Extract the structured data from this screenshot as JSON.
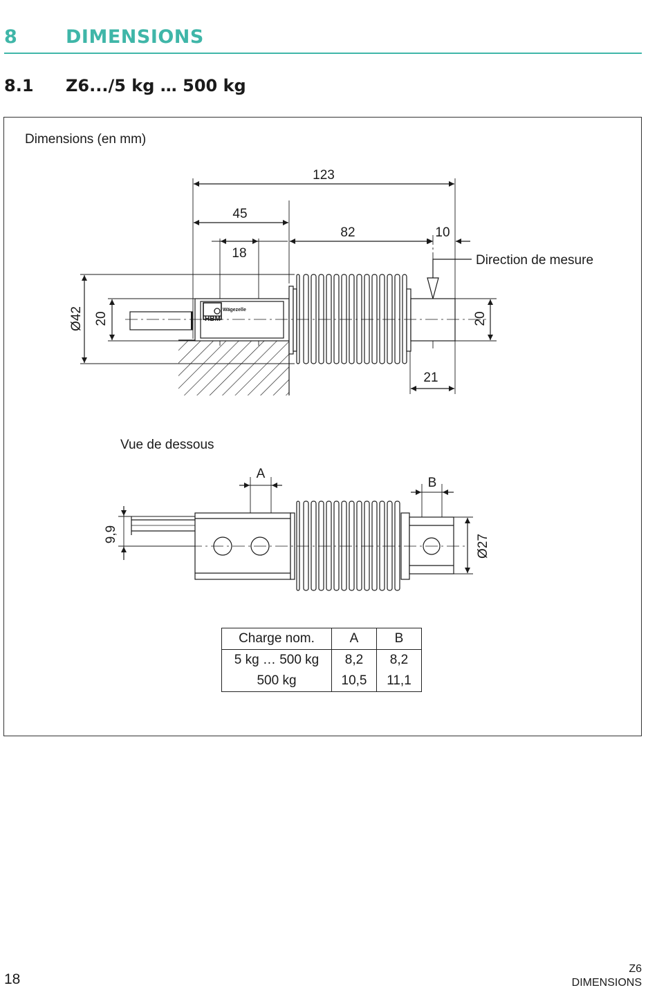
{
  "heading": {
    "number": "8",
    "title": "DIMENSIONS"
  },
  "subheading": {
    "number": "8.1",
    "title": "Z6.../5 kg … 500 kg"
  },
  "figure": {
    "caption": "Dimensions (en mm)",
    "bottom_view_label": "Vue de dessous",
    "measure_direction_label": "Direction de mesure",
    "brand_label": "HBM",
    "cell_label": "Wägezelle",
    "dims": {
      "total_length": "123",
      "mount_length": "45",
      "bellows_length": "82",
      "end_offset": "10",
      "hole_spacing": "18",
      "height_outer": "Ø42",
      "height_block": "20",
      "height_end": "20",
      "end_length": "21",
      "cable_offset": "9,9",
      "end_diameter": "Ø27",
      "hole_a": "A",
      "hole_b": "B"
    }
  },
  "table": {
    "headers": [
      "Charge nom.",
      "A",
      "B"
    ],
    "rows": [
      [
        "5 kg … 500 kg",
        "8,2",
        "8,2"
      ],
      [
        "500 kg",
        "10,5",
        "11,1"
      ]
    ]
  },
  "footer": {
    "page": "18",
    "product": "Z6",
    "section": "DIMENSIONS"
  },
  "colors": {
    "accent": "#3fb6a8"
  }
}
